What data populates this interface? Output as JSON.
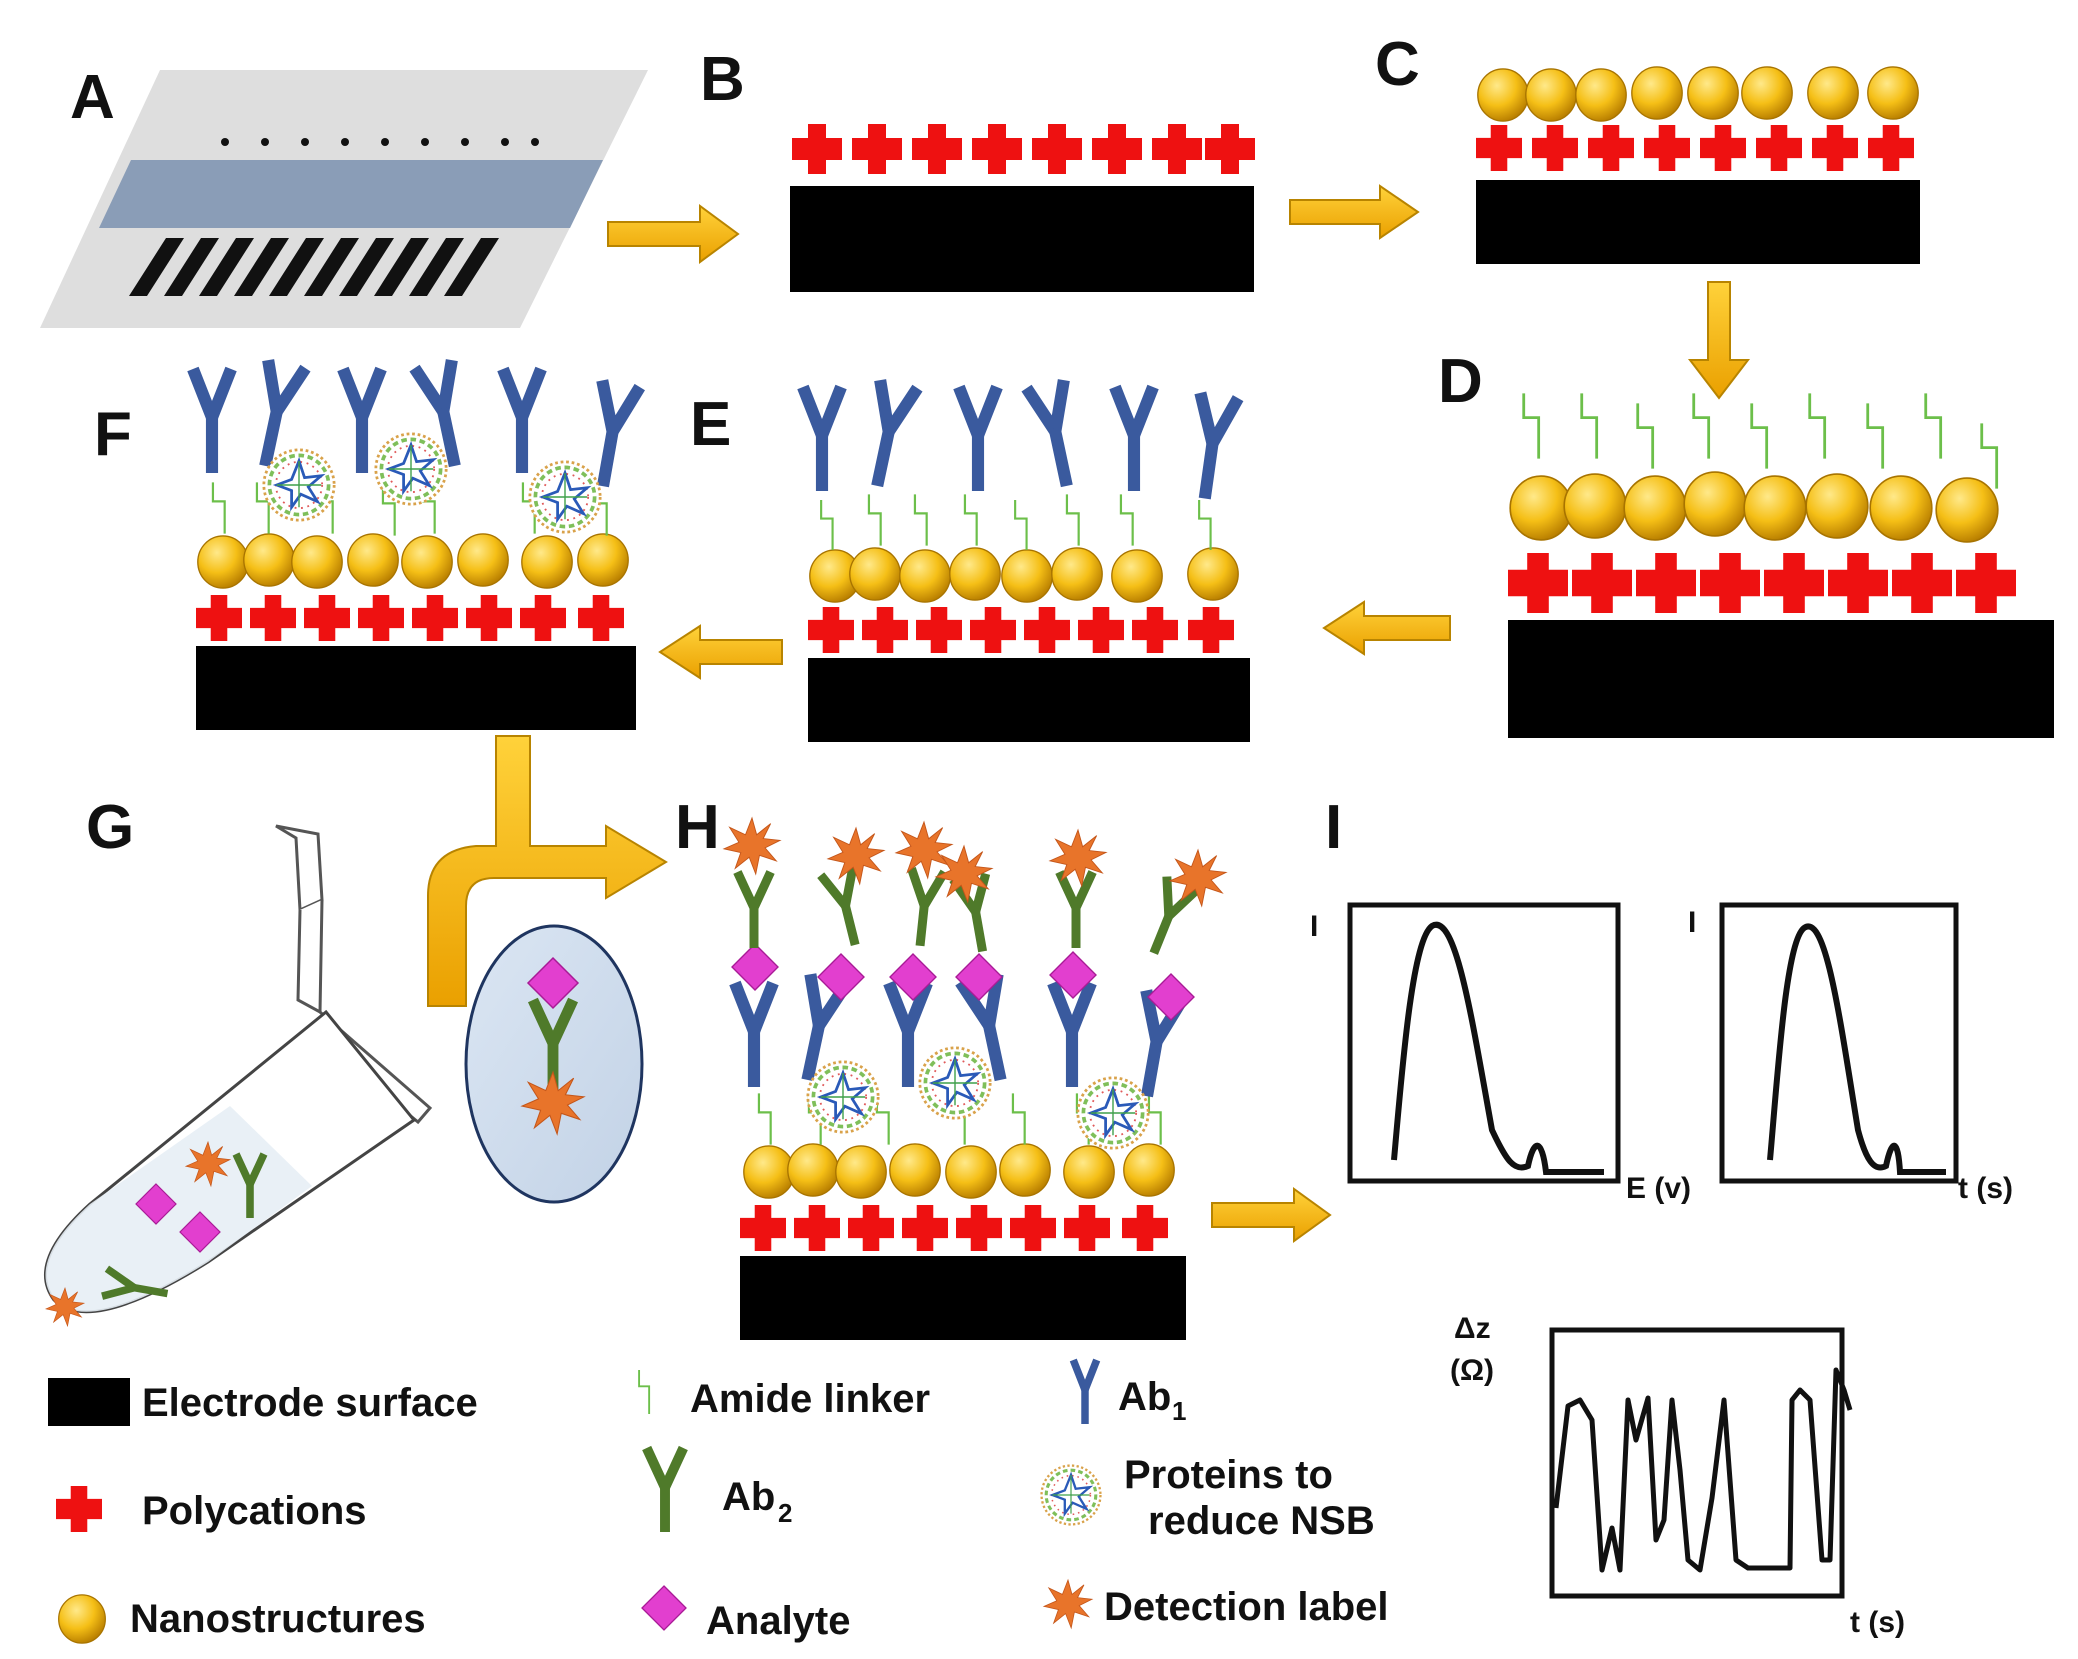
{
  "panels": {
    "a": "A",
    "b": "B",
    "c": "C",
    "d": "D",
    "e": "E",
    "f": "F",
    "g": "G",
    "h": "H",
    "i": "I"
  },
  "legend": {
    "electrode_surface": "Electrode surface",
    "polycations": "Polycations",
    "nanostructures": "Nanostructures",
    "amide_linker": "Amide linker",
    "ab2_main": "Ab",
    "ab2_sub": "2",
    "analyte": "Analyte",
    "ab1_main": "Ab",
    "ab1_sub": "1",
    "proteins_line1": "Proteins to",
    "proteins_line2": "reduce NSB",
    "detection_label": "Detection label"
  },
  "plots": {
    "p1_y": "I",
    "p1_x": "E (v)",
    "p2_y": "I",
    "p2_x": "t (s)",
    "p3_y1": "Δz",
    "p3_y2": "(Ω)",
    "p3_x": "t (s)"
  },
  "colors": {
    "electrode": "#000000",
    "polycation": "#ee1111",
    "nanostructure": "#f3bc1a",
    "arrow": "#f5b800",
    "ab1": "#3a5a9e",
    "ab2": "#4f7a2a",
    "linker": "#6cbf4a",
    "analyte": "#e23fcf",
    "label": "#e8742a"
  }
}
